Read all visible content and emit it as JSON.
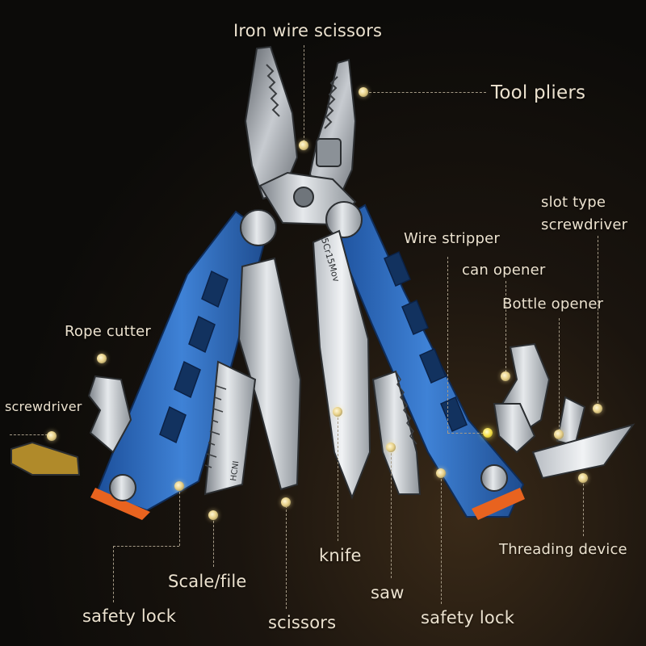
{
  "labels": {
    "iron_wire_scissors": "Iron wire scissors",
    "tool_pliers": "Tool pliers",
    "slot_type_screwdriver_1": "slot type",
    "slot_type_screwdriver_2": "screwdriver",
    "wire_stripper": "Wire stripper",
    "can_opener": "can opener",
    "bottle_opener": "Bottle opener",
    "rope_cutter": "Rope cutter",
    "screwdriver": "screwdriver",
    "threading_device": "Threading device",
    "knife": "knife",
    "scale_file": "Scale/file",
    "saw": "saw",
    "safety_lock_left": "safety lock",
    "scissors": "scissors",
    "safety_lock_right": "safety lock"
  },
  "engravings": {
    "steel": "5Cr15Mov",
    "brand": "HCNI"
  },
  "colors": {
    "handle_blue": "#2f6ec4",
    "steel": "#c9cdd2",
    "lock_orange": "#e8631f",
    "label_text": "#ece2cf",
    "dot": "#e9d38c"
  }
}
